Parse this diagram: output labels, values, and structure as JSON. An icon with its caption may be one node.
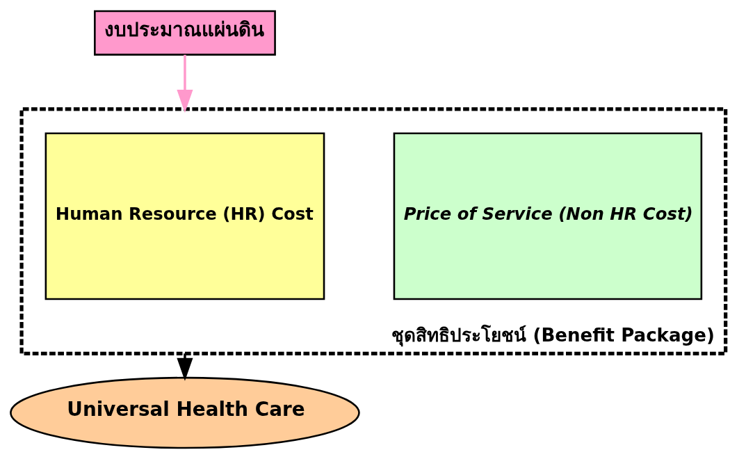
{
  "diagram": {
    "nodes": [
      {
        "text": [
          "งบประมาณแผ่นดิน"
        ]
      },
      {
        "text": [
          "ชุดสิทธิประโยชน์ (Benefit Package)"
        ]
      },
      {
        "text": [
          "Price of Service (Non HR Cost)"
        ],
        "in": 1
      },
      {
        "text": [
          "Human Resource (HR) Cost"
        ],
        "in": 1
      },
      {
        "text": [
          "Universal Health Care"
        ]
      }
    ],
    "edges": [
      {
        "from": 0,
        "to": 1,
        "arrow": "to",
        "color": "#ff99cc"
      },
      {
        "from": 1,
        "to": 4,
        "arrow": "to",
        "color": "#000000"
      }
    ]
  }
}
